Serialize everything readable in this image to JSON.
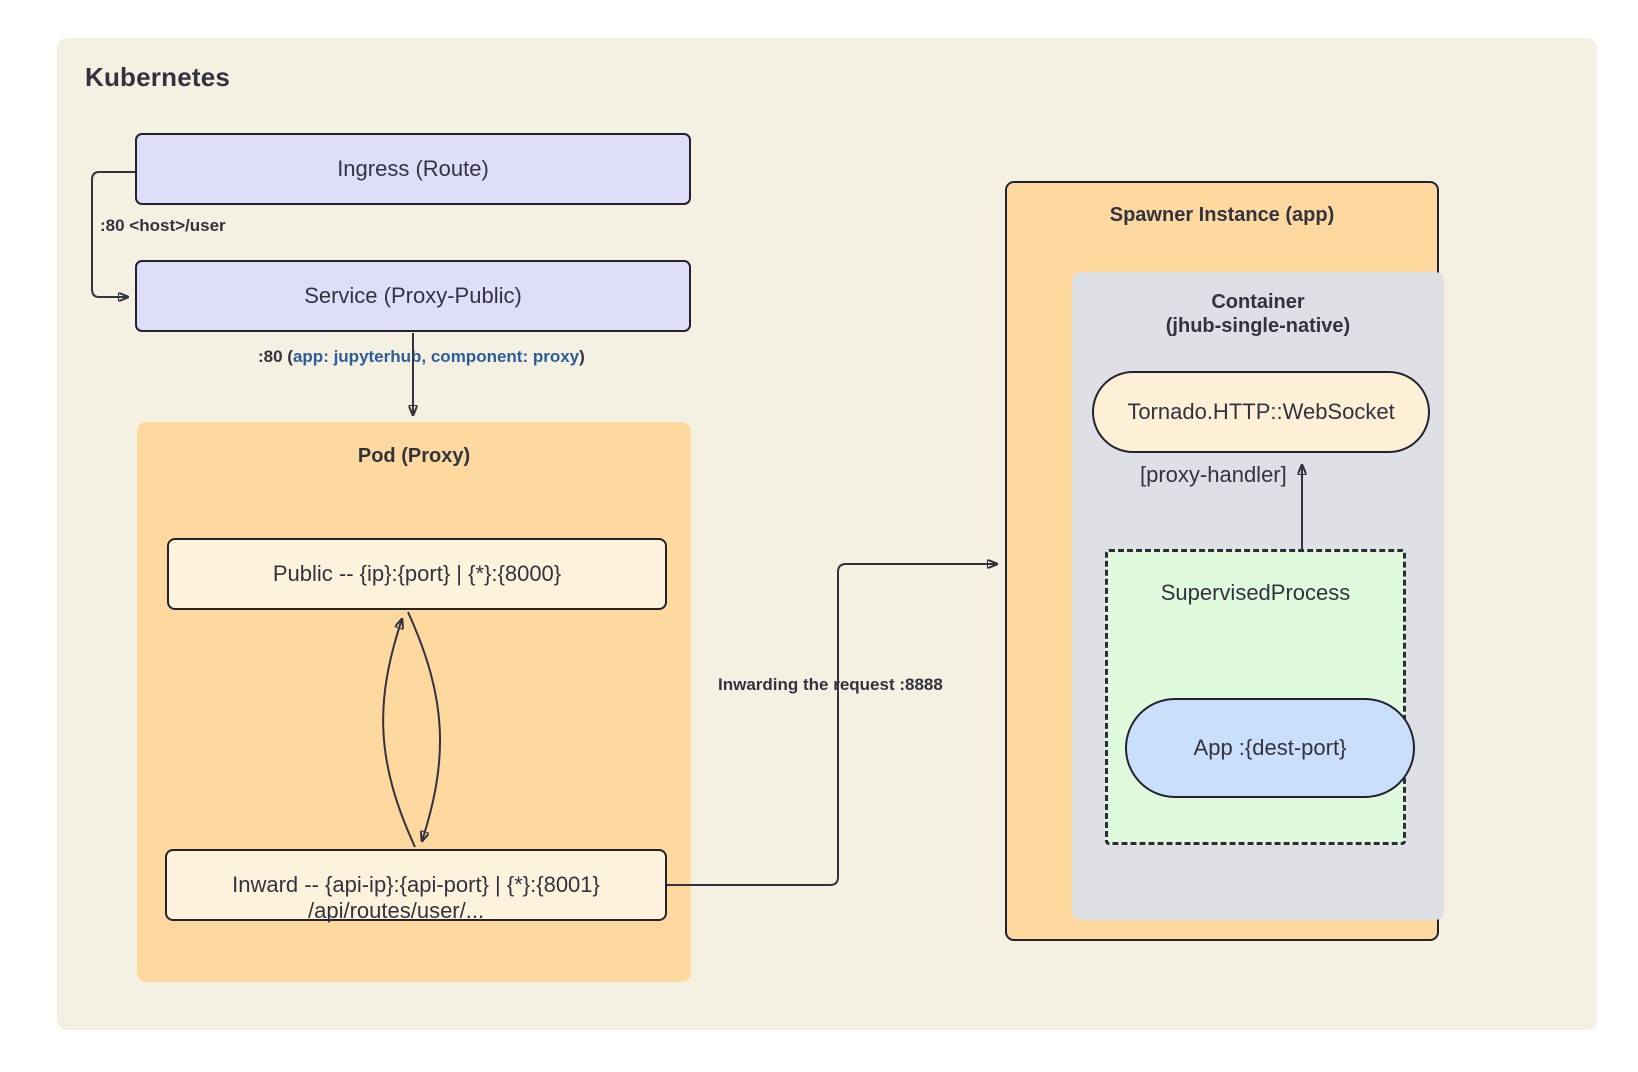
{
  "diagram": {
    "title": "Kubernetes",
    "outer_group": {
      "label": "Kubernetes"
    },
    "nodes": {
      "ingress": {
        "label": "Ingress (Route)"
      },
      "service": {
        "label": "Service (Proxy-Public)"
      },
      "pod_proxy": {
        "label": "Pod (Proxy)"
      },
      "public_endpoint": {
        "label": "Public -- {ip}:{port} | {*}:{8000}"
      },
      "inward_endpoint": {
        "label": "Inward -- {api-ip}:{api-port} | {*}:{8001}"
      },
      "spawner_instance": {
        "label": "Spawner Instance (app)"
      },
      "container": {
        "label_line1": "Container",
        "label_line2": "(jhub-single-native)"
      },
      "tornado": {
        "label": "Tornado.HTTP::WebSocket"
      },
      "supervised_process": {
        "label": "SupervisedProcess"
      },
      "app": {
        "label": "App :{dest-port}"
      }
    },
    "edge_labels": {
      "ingress_to_service": ":80 <host>/user",
      "service_to_pod_prefix": ":80 (",
      "service_to_pod_selector": "app: jupyterhub, component: proxy",
      "service_to_pod_suffix": ")",
      "inward_api_path": "/api/routes/user/...",
      "inward_to_spawner": "Inwarding the request :8888",
      "app_to_tornado": "[proxy-handler]"
    },
    "colors": {
      "page_background": "#ffffff",
      "outer_group_fill": "#f4f1e3",
      "blue_node_fill": "#dedefb",
      "orange_group_fill": "#fdd9a0",
      "gray_group_fill": "#dee0e6",
      "cream_node_fill": "#fdf2dc",
      "green_dashed_fill": "#e0fadd",
      "blue_pill_fill": "#cadffb",
      "stroke": "#232330",
      "text": "#333340",
      "selector_text": "#2b5d9b"
    }
  }
}
